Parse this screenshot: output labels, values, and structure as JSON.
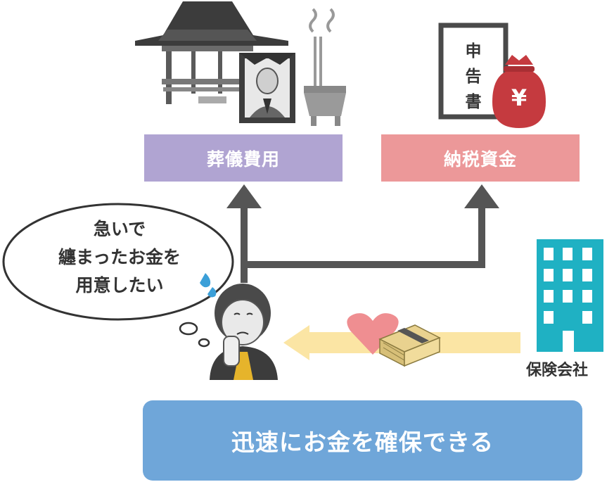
{
  "boxes": {
    "funeral": "葬儀費用",
    "tax": "納税資金"
  },
  "speech_bubble": {
    "line1": "急いで",
    "line2": "纏まったお金を",
    "line3": "用意したい"
  },
  "tax_form_chars": [
    "申",
    "告",
    "書"
  ],
  "money_bag_symbol": "¥",
  "insurer": {
    "label": "保険会社"
  },
  "result": {
    "text": "迅速にお金を確保できる"
  },
  "colors": {
    "funeral_box": "#b0a4d2",
    "tax_box": "#ec9899",
    "result_bar": "#6fa6d9",
    "arrow_gray": "#555555",
    "money_arrow": "#fbe5a4",
    "building": "#1fb1c3",
    "heart": "#ef8e91",
    "bag": "#c53a3f"
  }
}
